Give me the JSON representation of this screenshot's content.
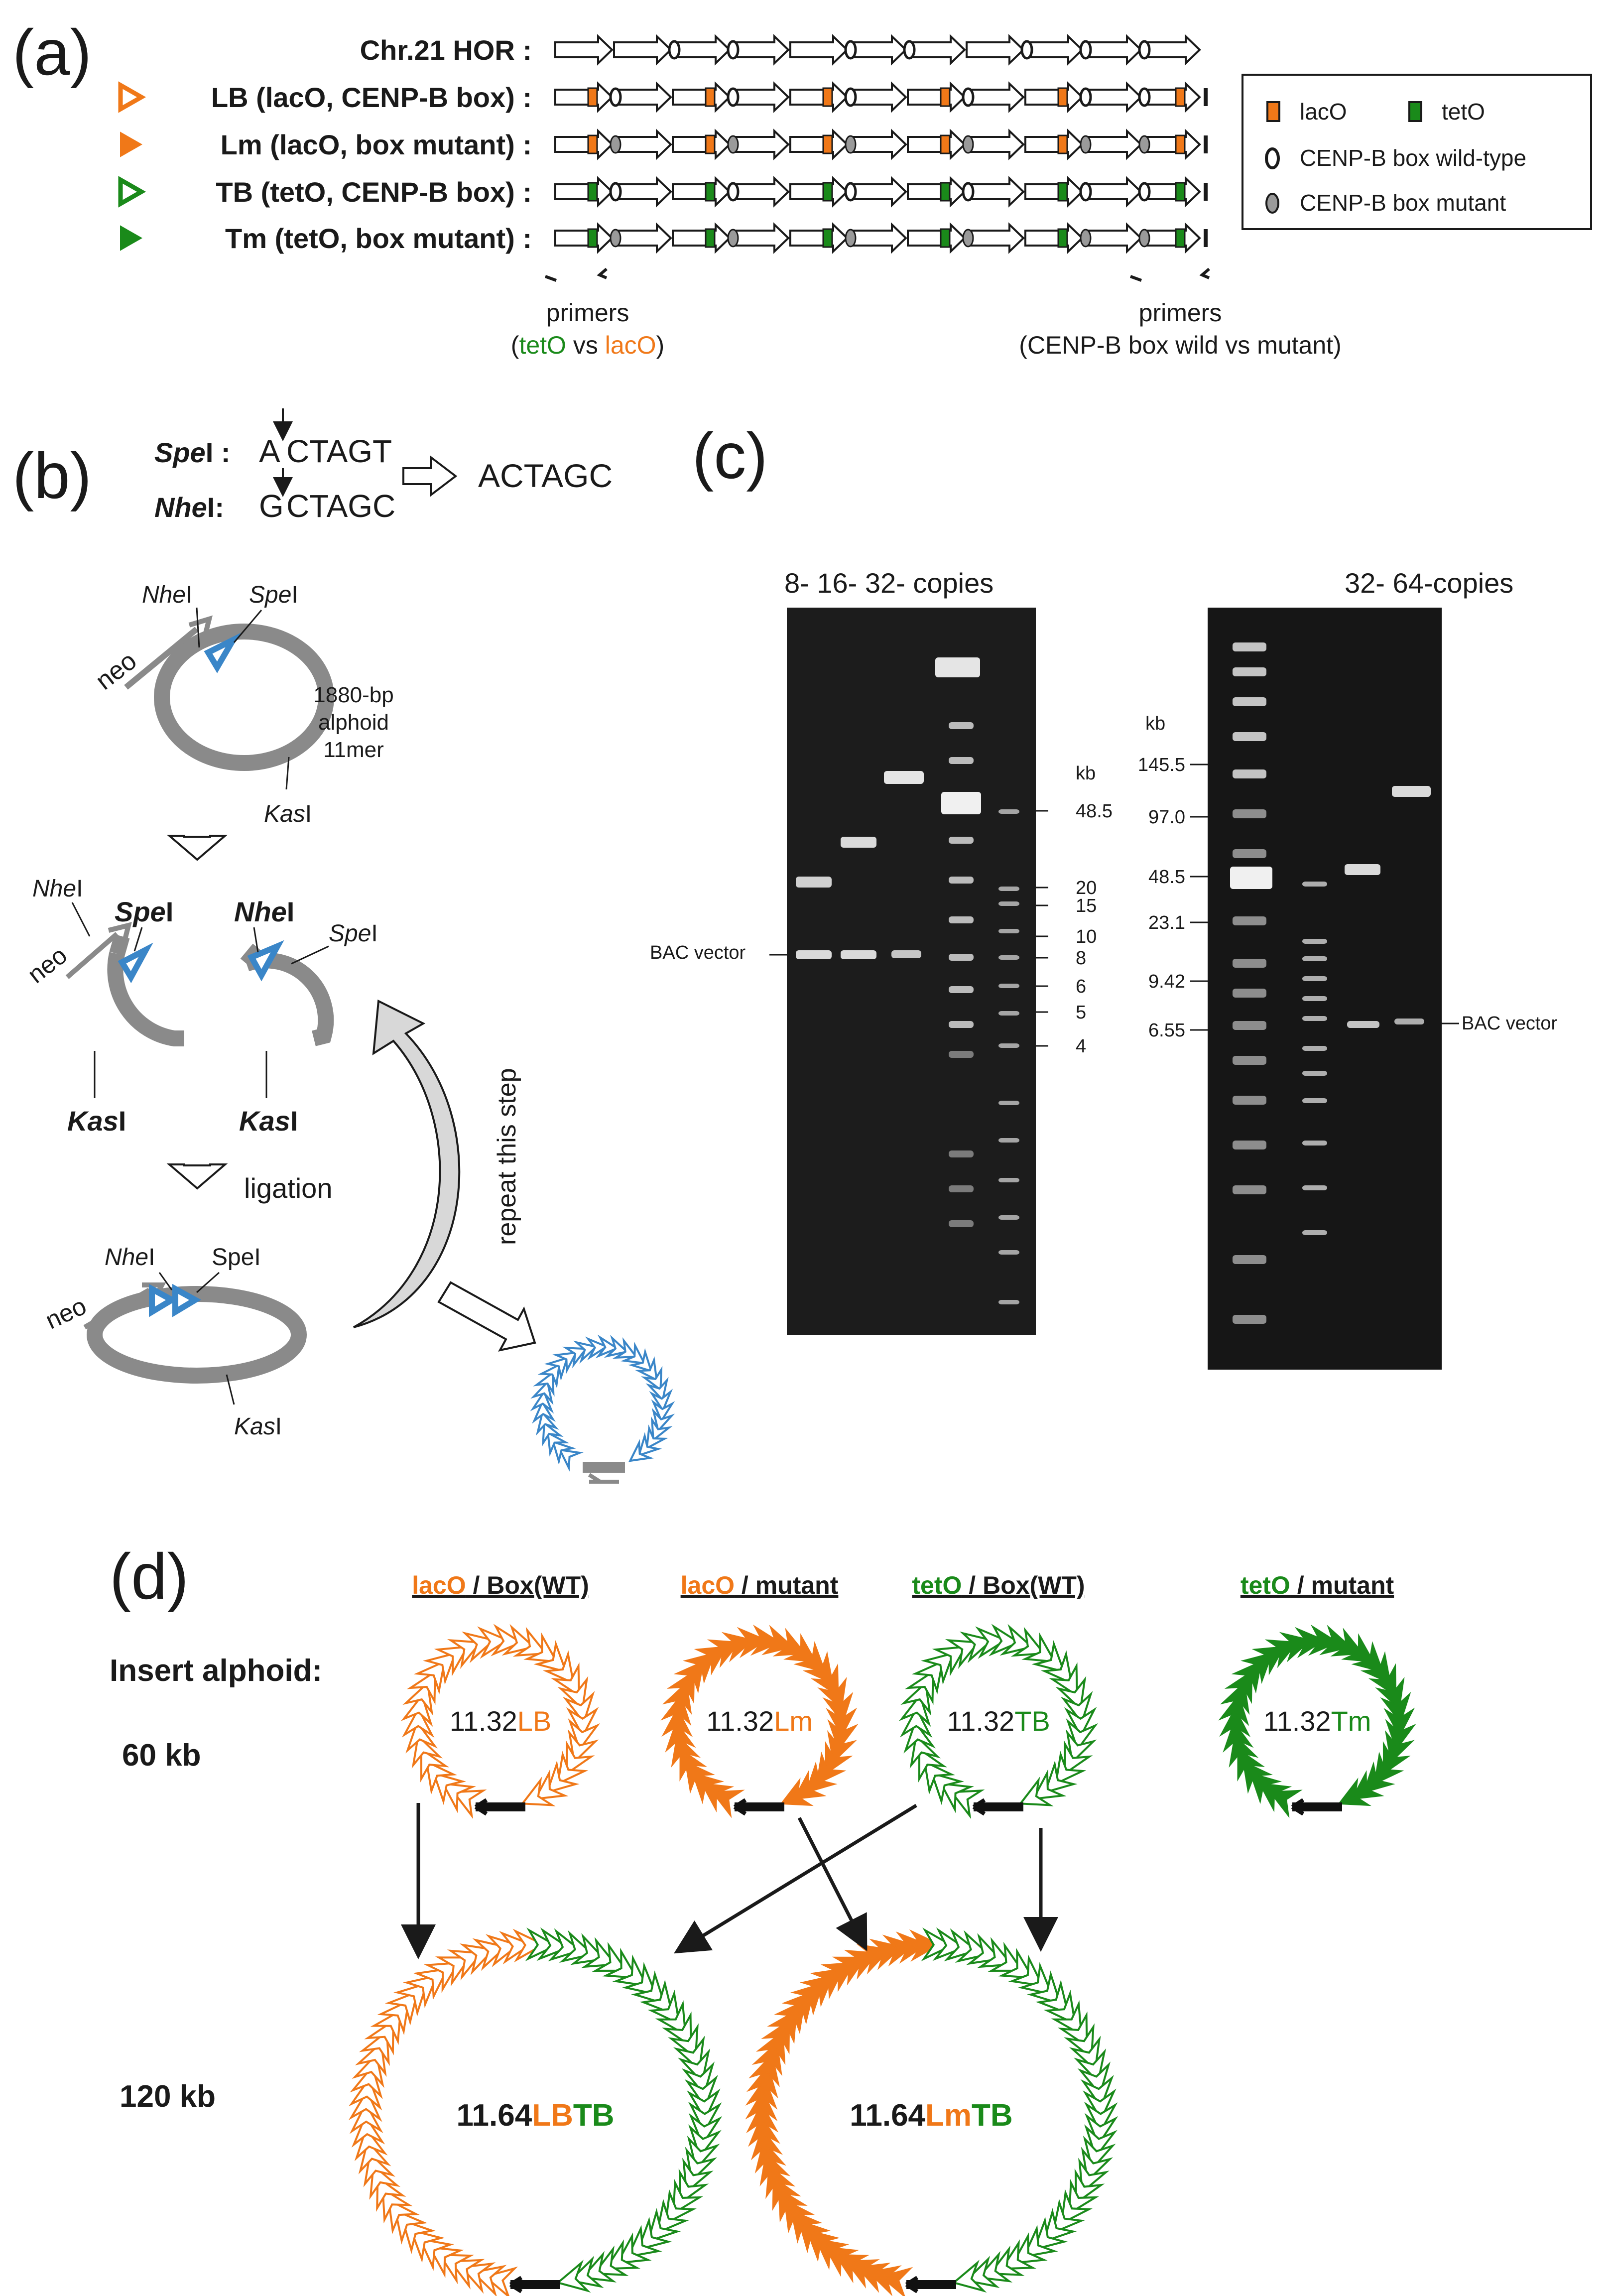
{
  "colors": {
    "lacO": "#f07818",
    "tetO": "#1a8a1a",
    "gfp_blue": "#3a86c8",
    "grey": "#8a8a8a",
    "gel_bg": "#1c1c1c"
  },
  "panel_a": {
    "label": "(a)",
    "rows": [
      {
        "label": "Chr.21 HOR",
        "suffix": ":",
        "marker": "none",
        "box": "none",
        "sites": []
      },
      {
        "label": "LB (lacO, CENP-B box)",
        "suffix": ":",
        "marker": "lacO-open",
        "box": "lacO",
        "sites": [
          "wt",
          "wt",
          "wt",
          "wt",
          "wt",
          "wt",
          "wt",
          "wt",
          "wt",
          "wt",
          "wt"
        ]
      },
      {
        "label": "Lm (lacO, box mutant)",
        "suffix": ":",
        "marker": "lacO-filled",
        "box": "lacO",
        "sites": [
          "mut",
          "mut",
          "mut",
          "mut",
          "mut",
          "mut",
          "mut",
          "mut",
          "mut",
          "mut",
          "mut"
        ]
      },
      {
        "label": "TB (tetO, CENP-B box)",
        "suffix": ":",
        "marker": "tetO-open",
        "box": "tetO",
        "sites": [
          "wt",
          "wt",
          "wt",
          "wt",
          "wt",
          "wt",
          "wt",
          "wt",
          "wt",
          "wt",
          "wt"
        ]
      },
      {
        "label": "Tm (tetO, box mutant)",
        "suffix": ":",
        "marker": "tetO-filled",
        "box": "tetO",
        "sites": [
          "mut",
          "mut",
          "mut",
          "mut",
          "mut",
          "mut",
          "mut",
          "mut",
          "mut",
          "mut",
          "mut"
        ]
      }
    ],
    "legend": {
      "lacO": "lacO",
      "tetO": "tetO",
      "wt": "CENP-B box wild-type",
      "mut": "CENP-B box mutant"
    },
    "primers_left": {
      "title": "primers",
      "open": "(",
      "tetO": "tetO",
      "vs": " vs ",
      "lacO": "lacO",
      "close": ")"
    },
    "primers_right": {
      "title": "primers",
      "sub": "(CENP-B box wild vs mutant)"
    }
  },
  "panel_b": {
    "label": "(b)",
    "spe": {
      "enzyme": "Spe",
      "suffix": "I :",
      "left": "A",
      "right": "CTAGT"
    },
    "nhe": {
      "enzyme": "Nhe",
      "suffix": "I:",
      "left": "G",
      "right": "CTAGC"
    },
    "product": "ACTAGC",
    "neo": "neo",
    "NheI": {
      "italic": "Nhe",
      "plain": "I"
    },
    "SpeI": {
      "italic": "Spe",
      "plain": "I"
    },
    "KasI": {
      "italic": "Kas",
      "plain": "I"
    },
    "alphoid": [
      "1880-bp",
      "alphoid",
      "11mer"
    ],
    "ligation": "ligation",
    "repeat": "repeat this step",
    "SpeI_plain": "SpeI"
  },
  "panel_c": {
    "label": "(c)",
    "gel1_title": "8- 16- 32- copies",
    "gel2_title": "32- 64-copies",
    "kb": "kb",
    "gel1_markers": [
      "48.5",
      "20",
      "15",
      "10",
      "8",
      "6",
      "5",
      "4"
    ],
    "gel2_markers": [
      "145.5",
      "97.0",
      "48.5",
      "23.1",
      "9.42",
      "6.55"
    ],
    "bac_vector": "BAC vector"
  },
  "panel_d": {
    "label": "(d)",
    "insert": "Insert alphoid:",
    "size60": "60 kb",
    "size120": "120 kb",
    "headers": [
      {
        "marker": "lacO",
        "rest": " / Box(WT)",
        "color": "orange"
      },
      {
        "marker": "lacO",
        "rest": " / mutant",
        "color": "orange"
      },
      {
        "marker": "tetO",
        "rest": " / Box(WT)",
        "color": "green"
      },
      {
        "marker": "tetO",
        "rest": " / mutant",
        "color": "green"
      }
    ],
    "small_constructs": [
      {
        "prefix": "11.32",
        "suffix": "LB",
        "color": "orange",
        "fill": "open"
      },
      {
        "prefix": "11.32",
        "suffix": "Lm",
        "color": "orange",
        "fill": "filled"
      },
      {
        "prefix": "11.32",
        "suffix": "TB",
        "color": "green",
        "fill": "open"
      },
      {
        "prefix": "11.32",
        "suffix": "Tm",
        "color": "green",
        "fill": "filled"
      }
    ],
    "large_constructs": [
      {
        "prefix": "11.64",
        "part1": "LB",
        "part2": "TB",
        "fill1": "open"
      },
      {
        "prefix": "11.64",
        "part1": "Lm",
        "part2": "TB",
        "fill1": "filled"
      }
    ]
  }
}
